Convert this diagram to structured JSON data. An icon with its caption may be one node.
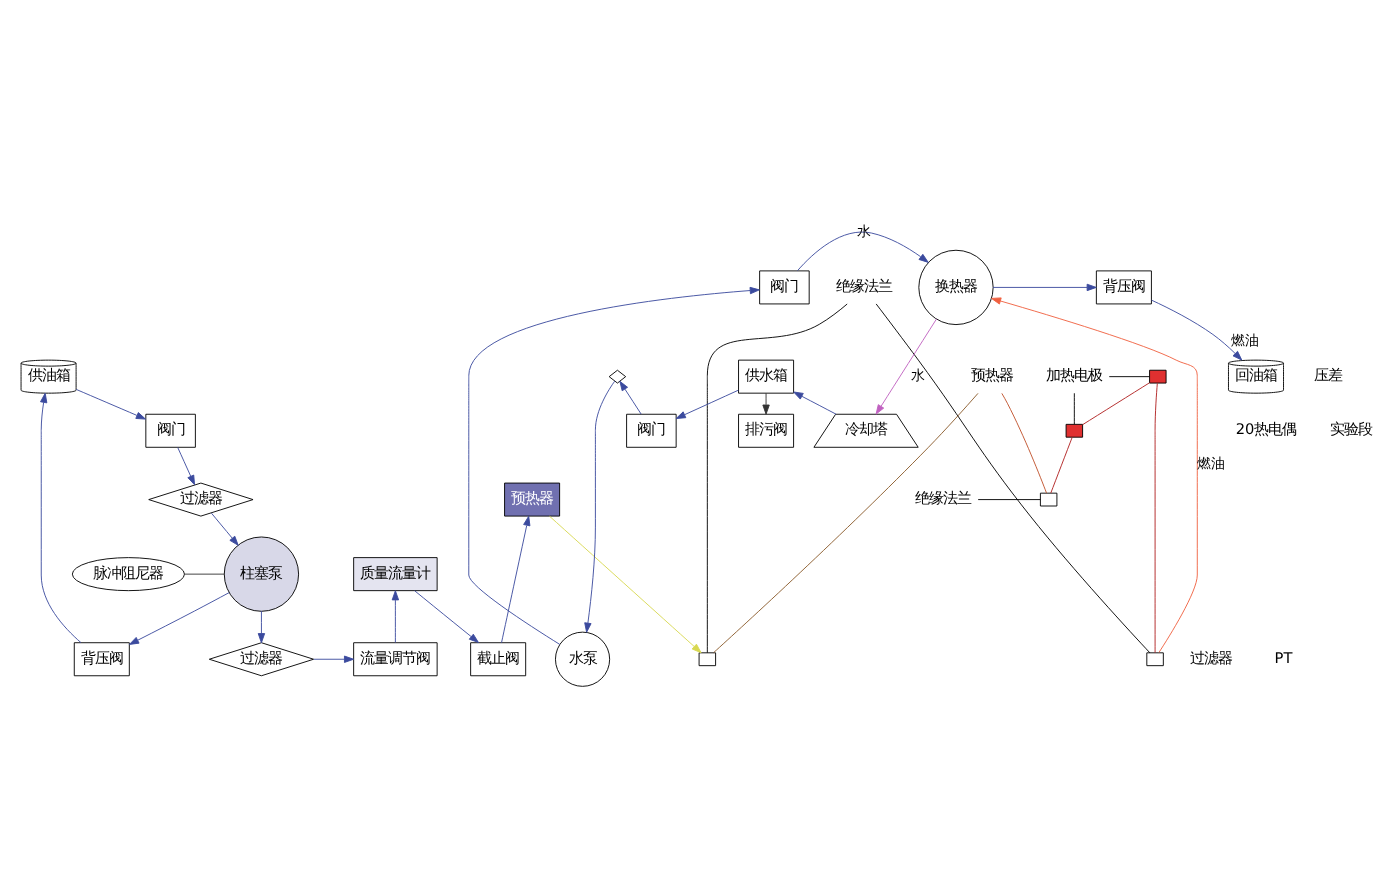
{
  "diagram": {
    "nodes": [
      {
        "text": [
          "供油箱"
        ]
      },
      {
        "text": [
          "阀门"
        ]
      },
      {
        "text": [
          "过滤器"
        ]
      },
      {
        "text": [
          "柱塞泵"
        ]
      },
      {
        "text": [
          "脉冲阻尼器"
        ]
      },
      {
        "text": [
          "背压阀"
        ]
      },
      {
        "text": [
          "过滤器"
        ]
      },
      {
        "text": [
          "流量调节阀"
        ]
      },
      {
        "text": [
          "质量流量计"
        ]
      },
      {
        "text": [
          "截止阀"
        ]
      },
      {
        "text": [
          "预热器"
        ]
      },
      {
        "text": [
          "绝缘法兰"
        ]
      },
      {
        "text": [],
        "shape": "box"
      },
      {
        "text": [],
        "shape": "box"
      },
      {
        "text": [
          "预热器"
        ]
      },
      {
        "text": [],
        "shape": "box"
      },
      {
        "text": [],
        "shape": "box"
      },
      {
        "text": [
          "加热电极"
        ]
      },
      {
        "text": [
          "绝缘法兰"
        ]
      },
      {
        "text": [],
        "shape": "box"
      },
      {
        "text": [
          "换热器"
        ]
      },
      {
        "text": [
          "背压阀"
        ]
      },
      {
        "text": [
          "回油箱"
        ]
      },
      {
        "text": [
          "供水箱"
        ]
      },
      {
        "text": [
          "阀门"
        ]
      },
      {
        "text": [],
        "shape": "diamond"
      },
      {
        "text": [
          "水泵"
        ]
      },
      {
        "text": [
          "阀门"
        ]
      },
      {
        "text": [
          "冷却塔"
        ]
      },
      {
        "text": [
          "排污阀"
        ]
      }
    ],
    "edges": [
      {
        "from": 0,
        "to": 1,
        "arrow": "to"
      },
      {
        "from": 1,
        "to": 2,
        "arrow": "to"
      },
      {
        "from": 2,
        "to": 3,
        "arrow": "to"
      },
      {
        "from": 3,
        "to": 6,
        "arrow": "to"
      },
      {
        "from": 3,
        "to": 5,
        "arrow": "to"
      },
      {
        "from": 5,
        "to": 0,
        "arrow": "to"
      },
      {
        "from": 4,
        "to": 3,
        "arrow": "none",
        "color": "#333333"
      },
      {
        "from": 6,
        "to": 7,
        "arrow": "to"
      },
      {
        "from": 7,
        "to": 8,
        "arrow": "to"
      },
      {
        "from": 8,
        "to": 9,
        "arrow": "to"
      },
      {
        "from": 9,
        "to": 10,
        "arrow": "to"
      },
      {
        "from": 10,
        "to": 12,
        "arrow": "to",
        "color": "#d8d850"
      },
      {
        "from": 12,
        "to": 14,
        "arrow": "none",
        "color": "#8a5a2a"
      },
      {
        "from": 14,
        "to": 19,
        "arrow": "none",
        "color": "#c0502a"
      },
      {
        "from": 19,
        "to": 16,
        "arrow": "none",
        "color": "#b02020"
      },
      {
        "from": 16,
        "to": 15,
        "arrow": "none",
        "color": "#b02020"
      },
      {
        "from": 15,
        "to": 13,
        "arrow": "none",
        "color": "#b02020"
      },
      {
        "from": 13,
        "to": 20,
        "label": "燃油",
        "arrow": "to",
        "color": "#f06040"
      },
      {
        "from": 20,
        "to": 21,
        "arrow": "to"
      },
      {
        "from": 21,
        "to": 22,
        "label": "燃油",
        "arrow": "to"
      },
      {
        "from": 11,
        "to": 12,
        "arrow": "none",
        "color": "#000000"
      },
      {
        "from": 11,
        "to": 13,
        "arrow": "none",
        "color": "#000000"
      },
      {
        "from": 17,
        "to": 15,
        "arrow": "none",
        "color": "#000000"
      },
      {
        "from": 17,
        "to": 16,
        "arrow": "none",
        "color": "#000000"
      },
      {
        "from": 18,
        "to": 19,
        "arrow": "none",
        "color": "#000000"
      },
      {
        "from": 23,
        "to": 24,
        "arrow": "to"
      },
      {
        "from": 24,
        "to": 25,
        "arrow": "to"
      },
      {
        "from": 25,
        "to": 26,
        "arrow": "to"
      },
      {
        "from": 26,
        "to": 27,
        "arrow": "to"
      },
      {
        "from": 27,
        "to": 20,
        "label": "水",
        "arrow": "to"
      },
      {
        "from": 20,
        "to": 28,
        "label": "水",
        "arrow": "to",
        "color": "#c060c0"
      },
      {
        "from": 28,
        "to": 23,
        "arrow": "to"
      },
      {
        "from": 23,
        "to": 29,
        "arrow": "to",
        "color": "#333333"
      }
    ],
    "labels": [
      "过滤器",
      "PT",
      "压差",
      "20热电偶",
      "实验段"
    ]
  }
}
